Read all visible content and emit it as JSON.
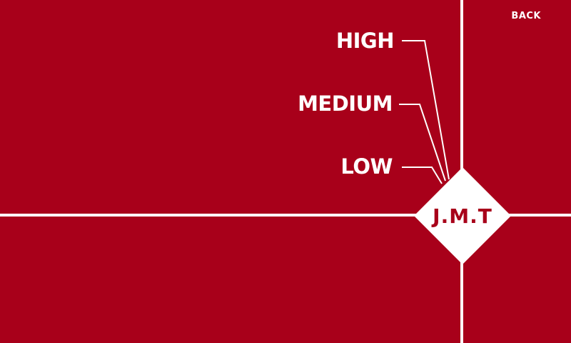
{
  "header": {
    "back_label": "BACK"
  },
  "levels": [
    {
      "label": "HIGH"
    },
    {
      "label": "MEDIUM"
    },
    {
      "label": "LOW"
    }
  ],
  "logo": {
    "text": "J.M.T"
  },
  "colors": {
    "background": "#a8001a",
    "foreground": "#ffffff"
  }
}
